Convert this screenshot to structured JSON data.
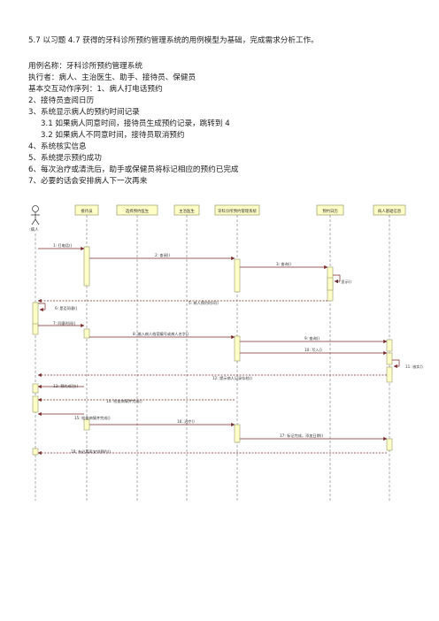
{
  "document": {
    "heading": "5.7 以习题 4.7 获得的牙科诊所预约管理系统的用例模型为基础，完成需求分析工作。",
    "lines": [
      "用例名称：牙科诊所预约管理系统",
      "执行者：病人、主治医生、助手、接待员、保健员",
      "基本交互动作序列：1、病人打电话预约",
      "2、接待员查阅日历",
      "3、系统显示病人的预约时间记录",
      "3.1 如果病人同意时间，接待员生成预约记录，跳转到 4",
      "3.2 如果病人不同意时间，接待员取消预约",
      "4、系统核实信息",
      "5、系统提示预约成功",
      "6、每次治疗或清洗后，助手或保健员将标记相应的预约已完成",
      "7、必要的话会安排病人下一次再来"
    ]
  },
  "diagram": {
    "actor": ":病人",
    "lifelines": [
      "接待员",
      "选择预约医生",
      "主治医生",
      "牙科诊所预约管理系统",
      "预约日历",
      "病人基础信息"
    ],
    "messages": [
      "1: 打电话()",
      "2: 查阅()",
      "3: 查询()",
      "4: 显示()",
      "5: 病人预约时间()",
      "6: 是否同意()",
      "7: 同意时间()",
      "8: 输入病人档案编号或病人名字()",
      "9: 查询()",
      "10: 写入()",
      "11: 核实()",
      "12: 提示病人记录存档()",
      "13: 预约成功()",
      "14: 检查病情并完成()",
      "15: 检查病情并完成()",
      "16: 治疗()",
      "17: 标记完成，添加日期()",
      "18: 有必要再安排预约()"
    ]
  }
}
